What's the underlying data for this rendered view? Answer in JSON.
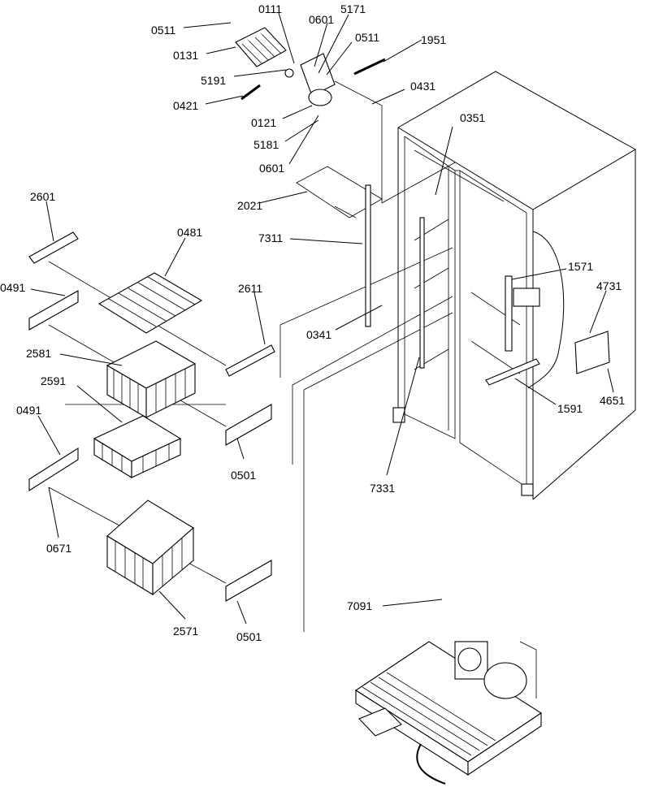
{
  "labels": {
    "p0511a": "0511",
    "p0111": "0111",
    "p5171": "5171",
    "p0601a": "0601",
    "p0511b": "0511",
    "p1951": "1951",
    "p0131": "0131",
    "p5191": "5191",
    "p0431": "0431",
    "p0421": "0421",
    "p0121": "0121",
    "p0351": "0351",
    "p5181": "5181",
    "p0601b": "0601",
    "p2021": "2021",
    "p2601": "2601",
    "p0481": "0481",
    "p7311": "7311",
    "p0491a": "0491",
    "p2611": "2611",
    "p1571": "1571",
    "p4731": "4731",
    "p0341": "0341",
    "p2581": "2581",
    "p2591": "2591",
    "p1591": "1591",
    "p4651": "4651",
    "p0491b": "0491",
    "p0501a": "0501",
    "p7331": "7331",
    "p0671": "0671",
    "p7091": "7091",
    "p2571": "2571",
    "p0501b": "0501"
  }
}
